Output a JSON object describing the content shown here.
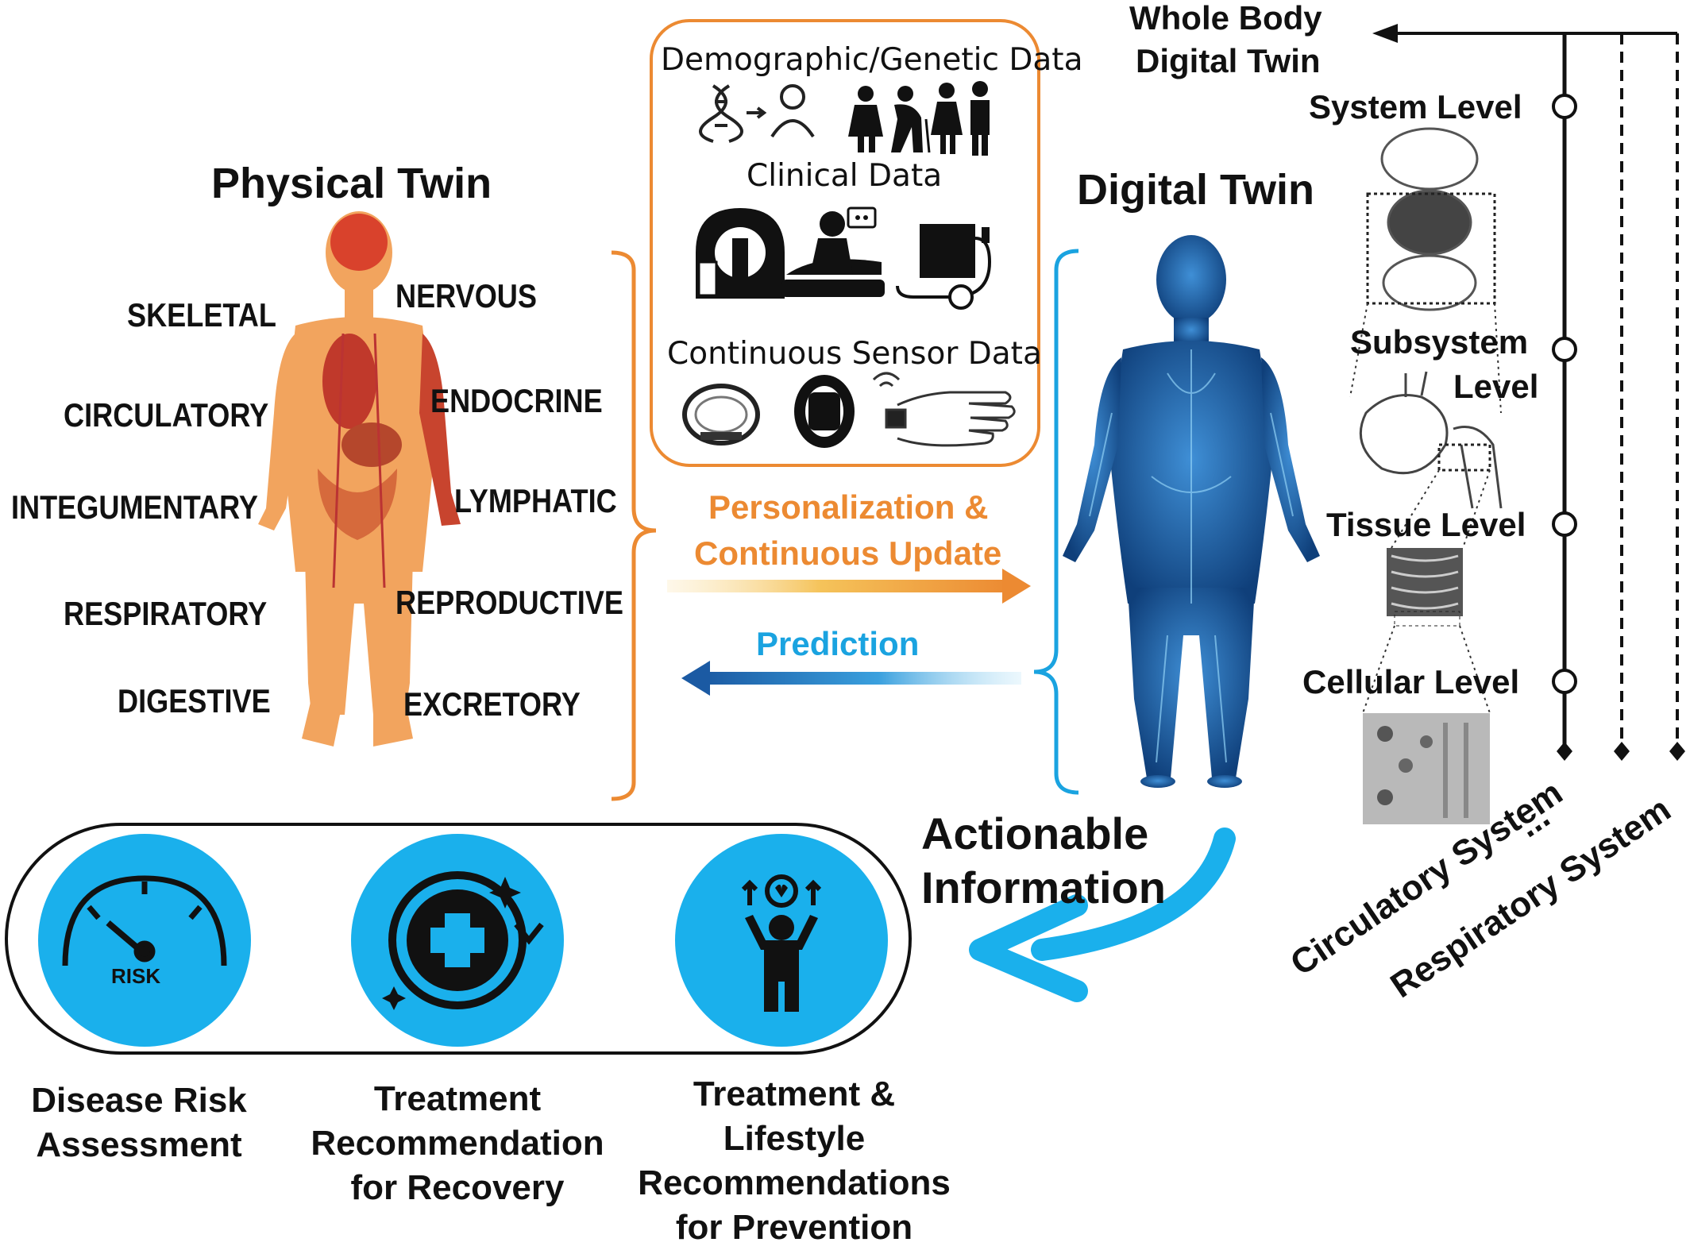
{
  "physical_twin": {
    "title": "Physical Twin",
    "systems": [
      "SKELETAL",
      "NERVOUS",
      "CIRCULATORY",
      "ENDOCRINE",
      "INTEGUMENTARY",
      "LYMPHATIC",
      "RESPIRATORY",
      "REPRODUCTIVE",
      "DIGESTIVE",
      "EXCRETORY"
    ]
  },
  "data_sources": {
    "demographic": "Demographic/Genetic Data",
    "clinical": "Clinical Data",
    "sensor": "Continuous Sensor Data"
  },
  "flows": {
    "update": [
      "Personalization &",
      "Continuous Update"
    ],
    "prediction": "Prediction"
  },
  "digital_twin": {
    "title": "Digital Twin"
  },
  "hierarchy": {
    "top": [
      "Whole Body",
      "Digital Twin"
    ],
    "system_level": "System Level",
    "subsystem_level": [
      "Subsystem",
      "Level"
    ],
    "tissue_level": "Tissue Level",
    "cellular_level": "Cellular Level",
    "branches": [
      "Circulatory System",
      "...",
      "Respiratory System"
    ]
  },
  "actionable": [
    "Actionable",
    "Information"
  ],
  "outputs": {
    "risk_badge": "RISK",
    "items": [
      "Disease Risk Assessment",
      "Treatment Recommendation for Recovery",
      "Treatment & Lifestyle Recommendations for Prevention"
    ]
  },
  "colors": {
    "orange": "#ec8a32",
    "blue": "#1aa3e0",
    "circle_fill": "#1ab0ec",
    "dark_blue": "#1b5aa3",
    "skin": "#f2a45e"
  }
}
